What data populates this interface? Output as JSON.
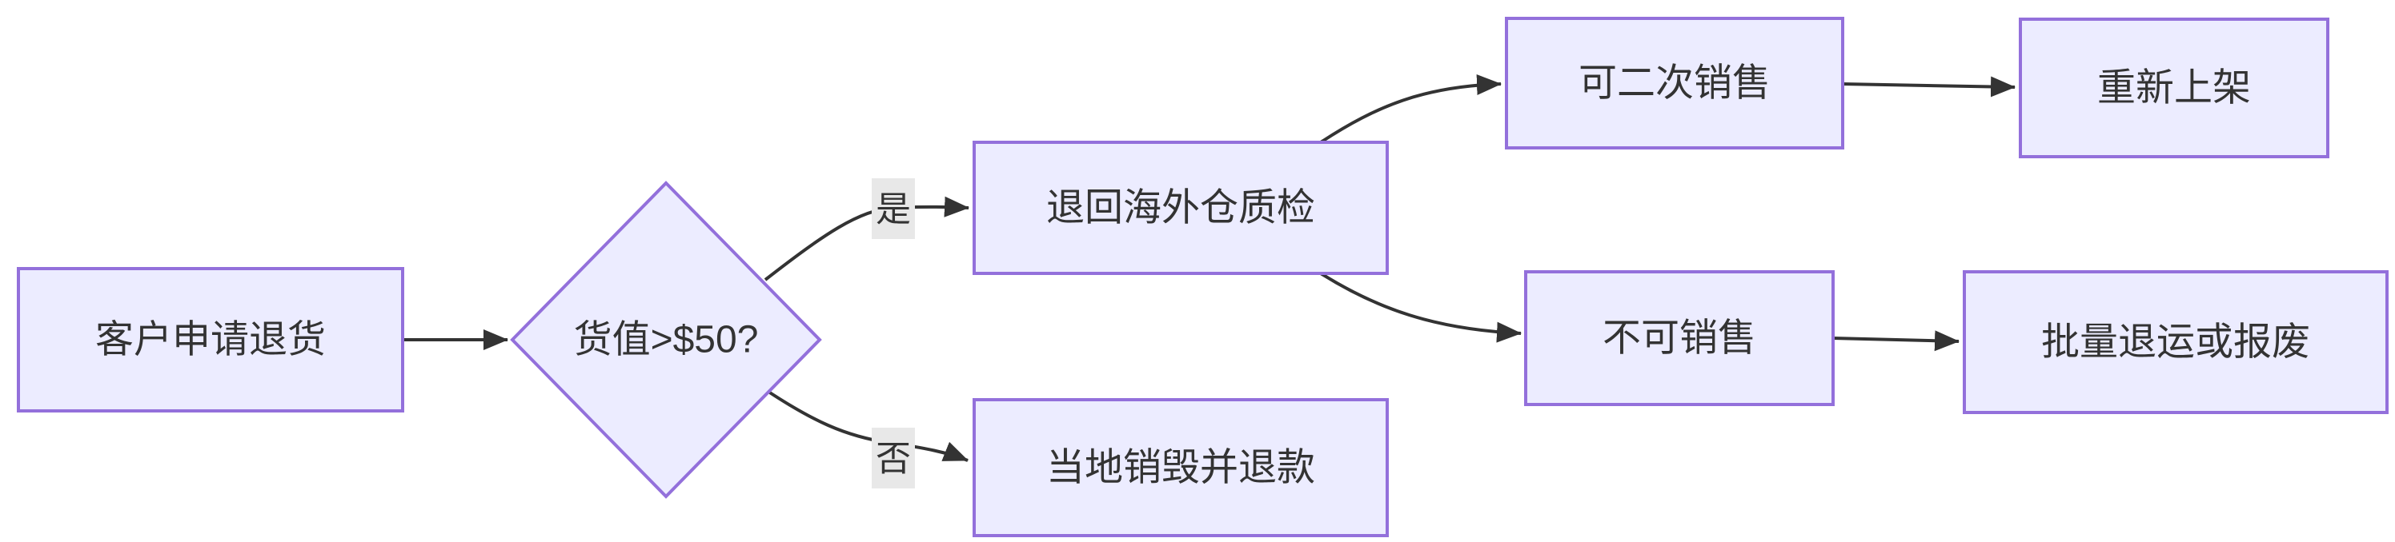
{
  "diagram": {
    "type": "flowchart",
    "direction": "left-to-right",
    "nodes": {
      "start": {
        "label": "客户申请退货",
        "shape": "rectangle"
      },
      "decision": {
        "label": "货值>$50?",
        "shape": "diamond"
      },
      "qc": {
        "label": "退回海外仓质检",
        "shape": "rectangle"
      },
      "destroy": {
        "label": "当地销毁并退款",
        "shape": "rectangle"
      },
      "resellable": {
        "label": "可二次销售",
        "shape": "rectangle"
      },
      "unsellable": {
        "label": "不可销售",
        "shape": "rectangle"
      },
      "restock": {
        "label": "重新上架",
        "shape": "rectangle"
      },
      "scrap": {
        "label": "批量退运或报废",
        "shape": "rectangle"
      }
    },
    "edges": [
      {
        "from": "start",
        "to": "decision",
        "label": ""
      },
      {
        "from": "decision",
        "to": "qc",
        "label": "是"
      },
      {
        "from": "decision",
        "to": "destroy",
        "label": "否"
      },
      {
        "from": "qc",
        "to": "resellable",
        "label": ""
      },
      {
        "from": "qc",
        "to": "unsellable",
        "label": ""
      },
      {
        "from": "resellable",
        "to": "restock",
        "label": ""
      },
      {
        "from": "unsellable",
        "to": "scrap",
        "label": ""
      }
    ],
    "theme": {
      "node_fill": "#ECECFF",
      "node_border": "#9370DB",
      "edge_color": "#333333",
      "text_color": "#333333",
      "edge_label_bg": "#e8e8e8",
      "background": "#ffffff"
    }
  }
}
